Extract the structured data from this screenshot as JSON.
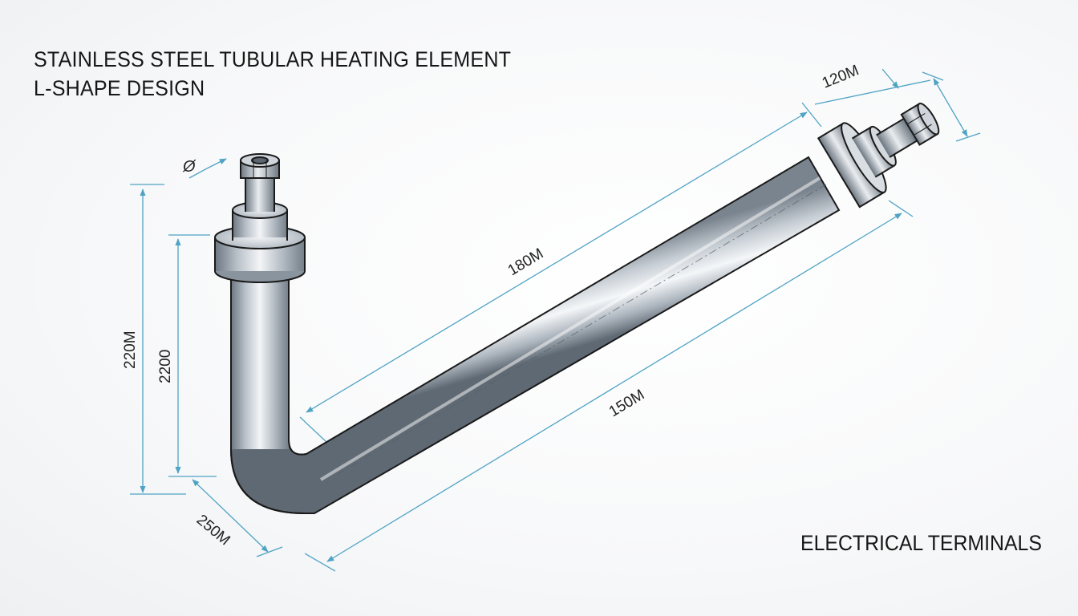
{
  "title": {
    "line1": "STAINLESS STEEL TUBULAR HEATING ELEMENT",
    "line2": "L-SHAPE DESIGN"
  },
  "callout": "ELECTRICAL TERMINALS",
  "dimensions": {
    "diameter": "Ø",
    "top_right": "120M",
    "upper_diagonal": "180M",
    "lower_diagonal": "150M",
    "outer_vertical": "220M",
    "inner_vertical": "2200",
    "bottom_left": "250M"
  },
  "colors": {
    "dimension_line": "#4fa3c4",
    "metal_light": "#eef1f4",
    "metal_mid": "#b9c1c9",
    "metal_dark": "#6d7781",
    "outline": "#1a1a1a"
  }
}
